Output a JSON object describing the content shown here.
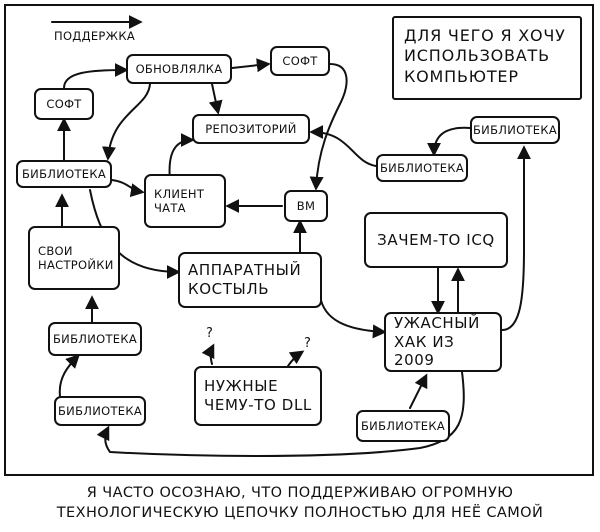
{
  "legend": {
    "label": "ПОДДЕРЖКА"
  },
  "title": {
    "line1": "ДЛЯ ЧЕГО Я ХОЧУ",
    "line2": "ИСПОЛЬЗОВАТЬ",
    "line3": "КОМПЬЮТЕР"
  },
  "nodes": {
    "obnovlyalka": "ОБНОВЛЯЛКА",
    "soft_top": "СОФТ",
    "soft_left": "СОФТ",
    "repository": "РЕПОЗИТОРИЙ",
    "library_left": "БИБЛИОТЕКА",
    "library_top_right": "БИБЛИОТЕКА",
    "library_mid_right": "БИБЛИОТЕКА",
    "client_line1": "КЛИЕНТ",
    "client_line2": "ЧАТА",
    "vm": "ВМ",
    "custom_line1": "СВОИ",
    "custom_line2": "НАСТРОЙКИ",
    "icq": "ЗАЧЕМ-ТО ICQ",
    "crutch_line1": "АППАРАТНЫЙ",
    "crutch_line2": "КОСТЫЛЬ",
    "hack_line1": "УЖАСНЫЙ",
    "hack_line2": "ХАК ИЗ 2009",
    "library_low_left1": "БИБЛИОТЕКА",
    "library_low_left2": "БИБЛИОТЕКА",
    "dll_line1": "НУЖНЫЕ",
    "dll_line2": "ЧЕМУ-ТО DLL",
    "library_bottom_right": "БИБЛИОТЕКА",
    "question_mark": "?"
  },
  "caption": {
    "line1": "Я ЧАСТО ОСОЗНАЮ, ЧТО ПОДДЕРЖИВАЮ ОГРОМНУЮ",
    "line2": "ТЕХНОЛОГИЧЕСКУЮ ЦЕПОЧКУ ПОЛНОСТЬЮ ДЛЯ НЕЁ САМОЙ"
  },
  "colors": {
    "ink": "#111111",
    "paper": "#ffffff"
  }
}
